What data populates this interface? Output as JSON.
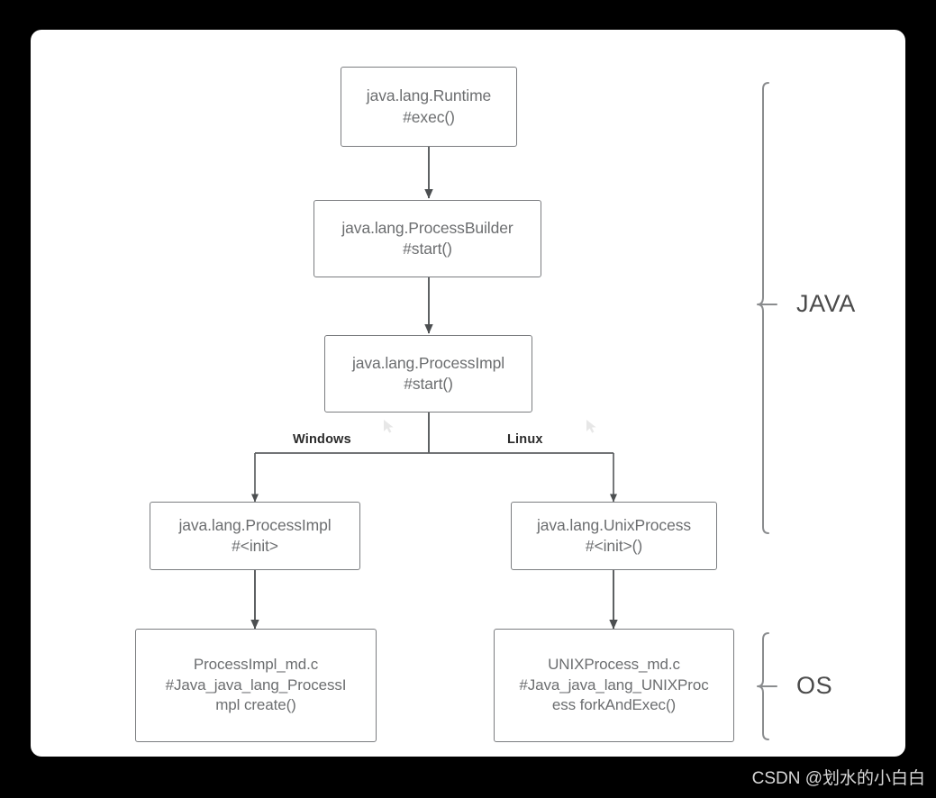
{
  "diagram": {
    "title": "Java process creation call chain",
    "background_color": "#000000",
    "panel_color": "#ffffff",
    "box_border_color": "#7b7d80",
    "box_text_color": "#6c6e70",
    "connector_color": "#5e6163",
    "nodes": [
      {
        "id": "runtime",
        "text": "java.lang.Runtime\n#exec()"
      },
      {
        "id": "processbuilder",
        "text": "java.lang.ProcessBuilder\n#start()"
      },
      {
        "id": "processimpl",
        "text": "java.lang.ProcessImpl\n#start()"
      },
      {
        "id": "win-impl",
        "text": "java.lang.ProcessImpl\n#<init>"
      },
      {
        "id": "unix-process",
        "text": "java.lang.UnixProcess\n#<init>()"
      },
      {
        "id": "win-native",
        "text": "ProcessImpl_md.c\n#Java_java_lang_ProcessI\nmpl create()"
      },
      {
        "id": "unix-native",
        "text": "UNIXProcess_md.c\n#Java_java_lang_UNIXProc\ness forkAndExec()"
      }
    ],
    "branches": [
      {
        "id": "windows",
        "label": "Windows"
      },
      {
        "id": "linux",
        "label": "Linux"
      }
    ],
    "groups": [
      {
        "id": "java",
        "label": "JAVA"
      },
      {
        "id": "os",
        "label": "OS"
      }
    ]
  },
  "watermark": {
    "text": "CSDN @划水的小白白"
  }
}
